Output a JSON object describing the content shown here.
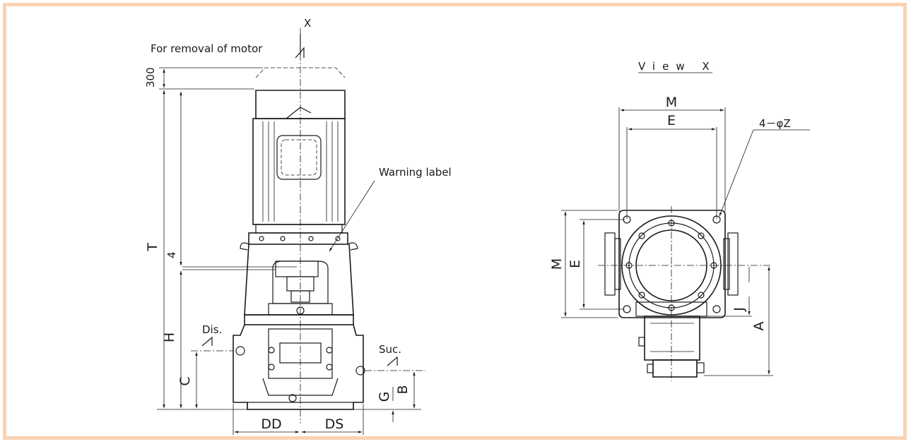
{
  "labels": {
    "view_arrow": "X",
    "motor_removal": "For removal of motor",
    "clearance_300": "300",
    "warning_label": "Warning label",
    "gap_4": "4",
    "discharge": "Dis.",
    "suction": "Suc.",
    "dim_T": "T",
    "dim_H": "H",
    "dim_C": "C",
    "dim_G": "G",
    "dim_B": "B",
    "dim_DD": "DD",
    "dim_DS": "DS"
  },
  "view_x": {
    "title": "View X",
    "dim_M_horizontal": "M",
    "dim_E_horizontal": "E",
    "dim_M_vertical": "M",
    "dim_E_vertical": "E",
    "dim_J": "J",
    "dim_A": "A",
    "holes_note": "4－φZ"
  }
}
